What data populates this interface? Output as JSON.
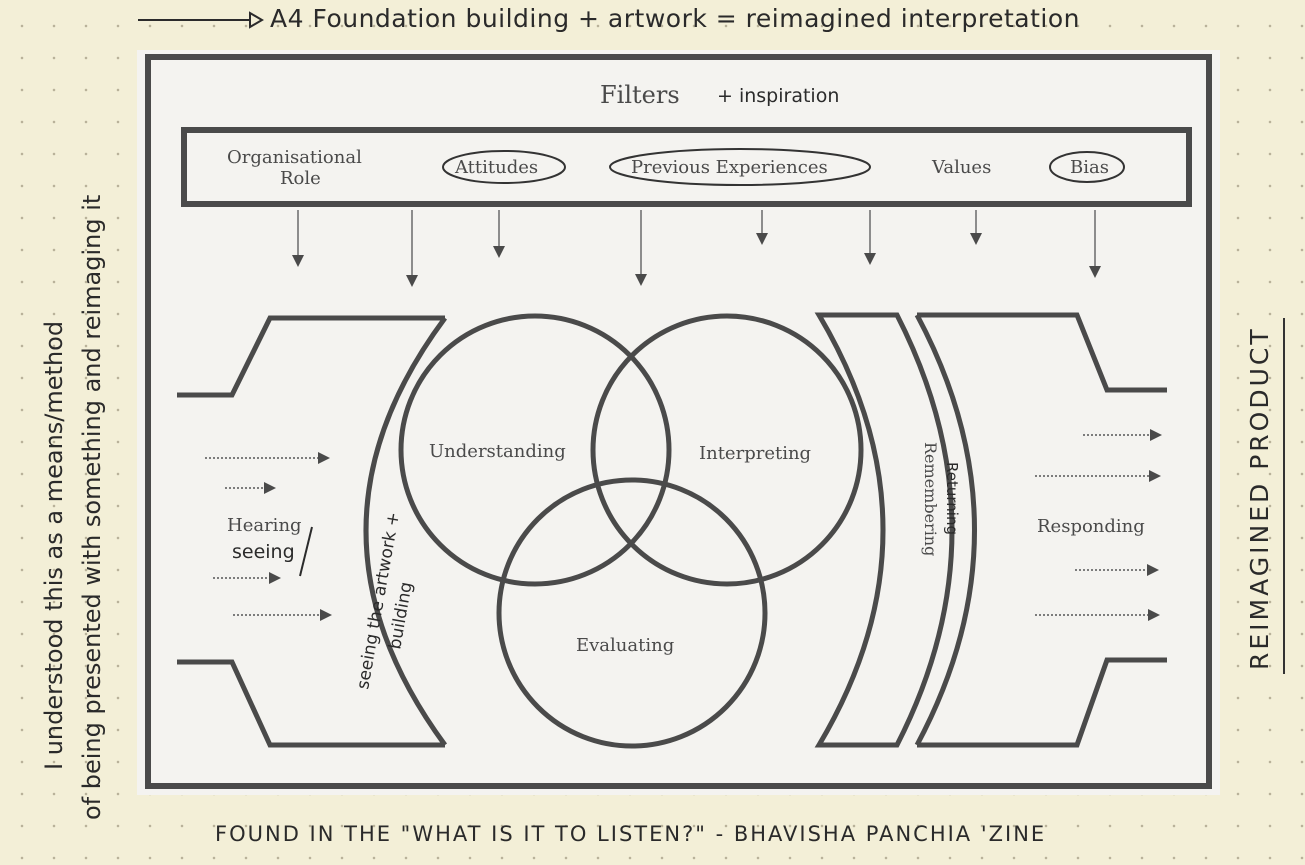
{
  "annotations": {
    "top": "A4 Foundation building + artwork = reimagined interpretation",
    "left_line_1": "I understood this as a means/method",
    "left_line_2": "of being presented with something and reimaging it",
    "right": "Reimagined product",
    "bottom": "Found in the \"What is it to listen?\" - Bhavisha Panchia 'zine"
  },
  "diagram": {
    "title": "Filters",
    "title_addition": "+ inspiration",
    "filters": {
      "role_line_1": "Organisational",
      "role_line_2": "Role",
      "attitudes": "Attitudes",
      "previous_experiences": "Previous Experiences",
      "values": "Values",
      "bias": "Bias"
    },
    "hearing": "Hearing",
    "seeing": "seeing",
    "seeing_artwork_line_1": "seeing the artwork +",
    "seeing_artwork_line_2": "building",
    "understanding": "Understanding",
    "interpreting": "Interpreting",
    "evaluating": "Evaluating",
    "remembering": "Remembering",
    "returning": "Returning",
    "responding": "Responding"
  }
}
